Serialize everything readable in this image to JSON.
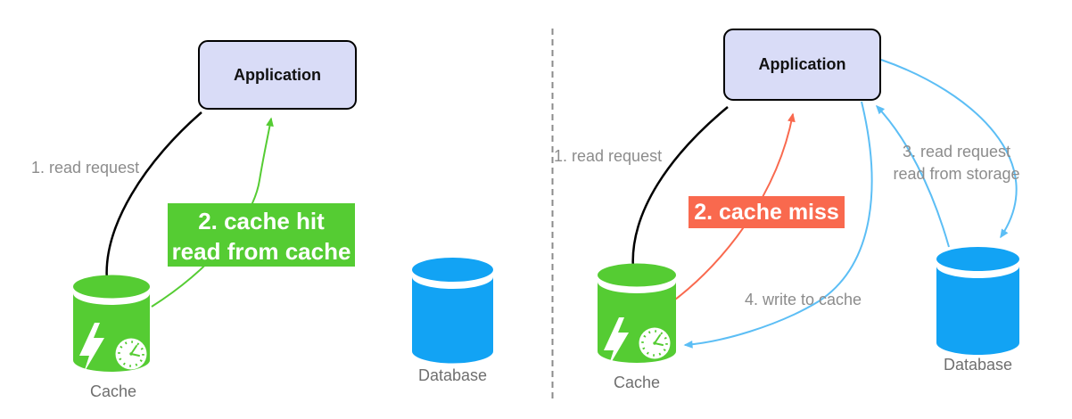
{
  "left_panel": {
    "application_label": "Application",
    "cache_label": "Cache",
    "database_label": "Database",
    "step1_label": "1. read request",
    "step2_badge_line1": "2. cache hit",
    "step2_badge_line2": "read from cache"
  },
  "right_panel": {
    "application_label": "Application",
    "cache_label": "Cache",
    "database_label": "Database",
    "step1_label": "1. read request",
    "step2_badge": "2. cache miss",
    "step3_line1": "3. read request",
    "step3_line2": "read from storage",
    "step4_label": "4. write to cache"
  },
  "icons": {
    "cache_icons": [
      "lightning-icon",
      "clock-icon"
    ]
  },
  "colors": {
    "cache_green": "#55CC33",
    "miss_red": "#F9694E",
    "database_blue": "#12A3F4",
    "arrow_blue": "#5CBEF5",
    "application_fill": "#D9DCF7",
    "annotation_gray": "#8C8C8C",
    "node_label_gray": "#6F6F6F",
    "divider_gray": "#8B8B8B",
    "black_arrow": "#000000"
  }
}
